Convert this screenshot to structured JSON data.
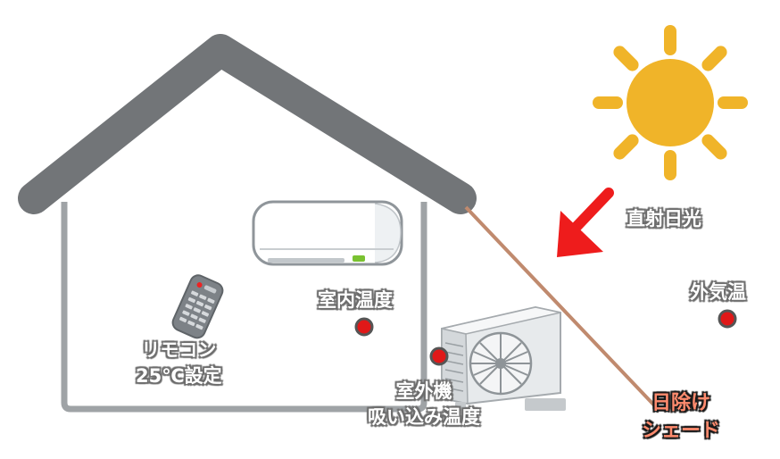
{
  "labels": {
    "direct_sunlight": "直射日光",
    "outside_temp": "外気温",
    "room_temp": "室内温度",
    "remote_line1": "リモコン",
    "remote_line2": "25℃設定",
    "outdoor_unit_line1": "室外機",
    "outdoor_unit_line2": "吸い込み温度",
    "shade_line1": "日除け",
    "shade_line2": "シェード"
  },
  "colors": {
    "roof": "#727578",
    "wall_outline": "#9fa3a6",
    "sun": "#f0b429",
    "arrow": "#ee1c1c",
    "shade_line": "#c08a6e",
    "sensor_dot": "#e01818",
    "label_outline": "#6e6e6e",
    "shade_label_fill": "#ff8b6e"
  }
}
